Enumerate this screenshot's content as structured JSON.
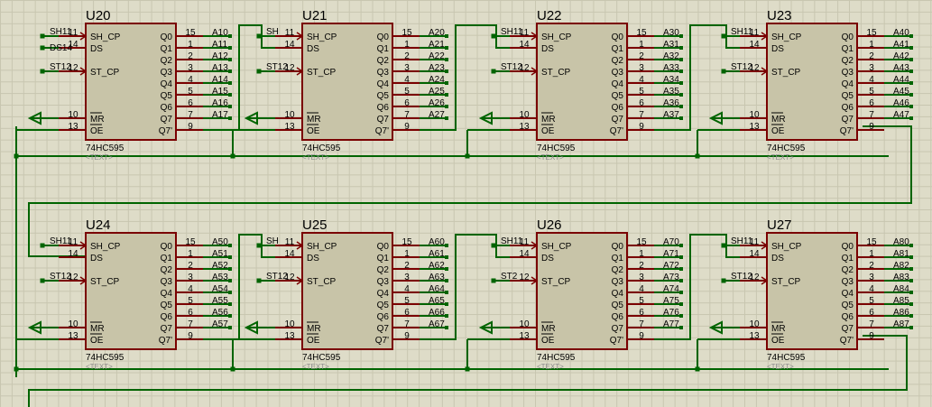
{
  "part_type": "74HC595",
  "text_placeholder": "<TEXT>",
  "left_pin_names": [
    "SH_CP",
    "DS",
    "ST_CP",
    "MR",
    "OE"
  ],
  "right_pin_names": [
    "Q0",
    "Q1",
    "Q2",
    "Q3",
    "Q4",
    "Q5",
    "Q6",
    "Q7",
    "Q7'"
  ],
  "right_pin_numbers": [
    "15",
    "1",
    "2",
    "3",
    "4",
    "5",
    "6",
    "7",
    "9"
  ],
  "left_pin_numbers": [
    "11",
    "14",
    "12",
    "10",
    "13"
  ],
  "chips": [
    {
      "ref": "U20",
      "sh_label": "SH11",
      "ds_label": "DS14",
      "st_label": "ST12",
      "outputs": [
        "A10",
        "A11",
        "A12",
        "A13",
        "A14",
        "A15",
        "A16",
        "A17"
      ]
    },
    {
      "ref": "U21",
      "sh_label": "SH",
      "ds_label": "",
      "st_label": "ST12",
      "outputs": [
        "A20",
        "A21",
        "A22",
        "A23",
        "A24",
        "A25",
        "A26",
        "A27"
      ]
    },
    {
      "ref": "U22",
      "sh_label": "SH11",
      "ds_label": "",
      "st_label": "ST12",
      "outputs": [
        "A30",
        "A31",
        "A32",
        "A33",
        "A34",
        "A35",
        "A36",
        "A37"
      ]
    },
    {
      "ref": "U23",
      "sh_label": "SH11",
      "ds_label": "",
      "st_label": "ST12",
      "outputs": [
        "A40",
        "A41",
        "A42",
        "A43",
        "A44",
        "A45",
        "A46",
        "A47"
      ]
    },
    {
      "ref": "U24",
      "sh_label": "SH11",
      "ds_label": "",
      "st_label": "ST12",
      "outputs": [
        "A50",
        "A51",
        "A52",
        "A53",
        "A54",
        "A55",
        "A56",
        "A57"
      ]
    },
    {
      "ref": "U25",
      "sh_label": "SH",
      "ds_label": "",
      "st_label": "ST12",
      "outputs": [
        "A60",
        "A61",
        "A62",
        "A63",
        "A64",
        "A65",
        "A66",
        "A67"
      ]
    },
    {
      "ref": "U26",
      "sh_label": "SH11",
      "ds_label": "",
      "st_label": "ST2",
      "outputs": [
        "A70",
        "A71",
        "A72",
        "A73",
        "A74",
        "A75",
        "A76",
        "A77"
      ]
    },
    {
      "ref": "U27",
      "sh_label": "SH11",
      "ds_label": "",
      "st_label": "ST12",
      "outputs": [
        "A80",
        "A81",
        "A82",
        "A83",
        "A84",
        "A85",
        "A86",
        "A87"
      ]
    }
  ],
  "colors": {
    "wire": "#006400",
    "pin": "#7a0000",
    "body": "#c8c4a8",
    "border": "#7a0000",
    "text": "#000000",
    "placeholder": "#8c8c8c"
  }
}
